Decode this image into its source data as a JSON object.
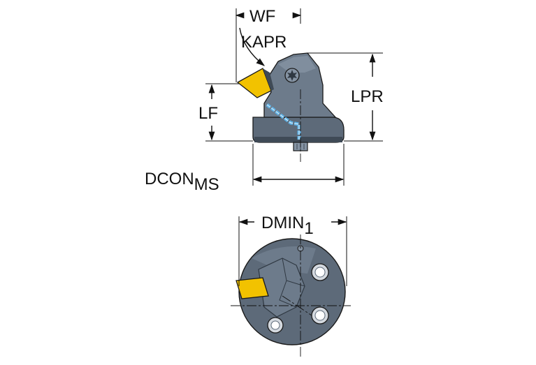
{
  "dimensions": {
    "wf": "WF",
    "kapr": "KAPR",
    "lpr": "LPR",
    "lf": "LF",
    "dcon_main": "DCON",
    "dcon_sub": "MS",
    "dmin_main": "DMIN",
    "dmin_sub": "1"
  },
  "colors": {
    "body": "#5d6a79",
    "body_dark": "#3f4a56",
    "body_light": "#8593a3",
    "insert": "#f2c200",
    "coolant": "#5fb2e6",
    "line": "#111111"
  },
  "icons": {
    "clamp_screw": "torx-screw-icon",
    "mount_holes": "bolt-hole-icon"
  }
}
